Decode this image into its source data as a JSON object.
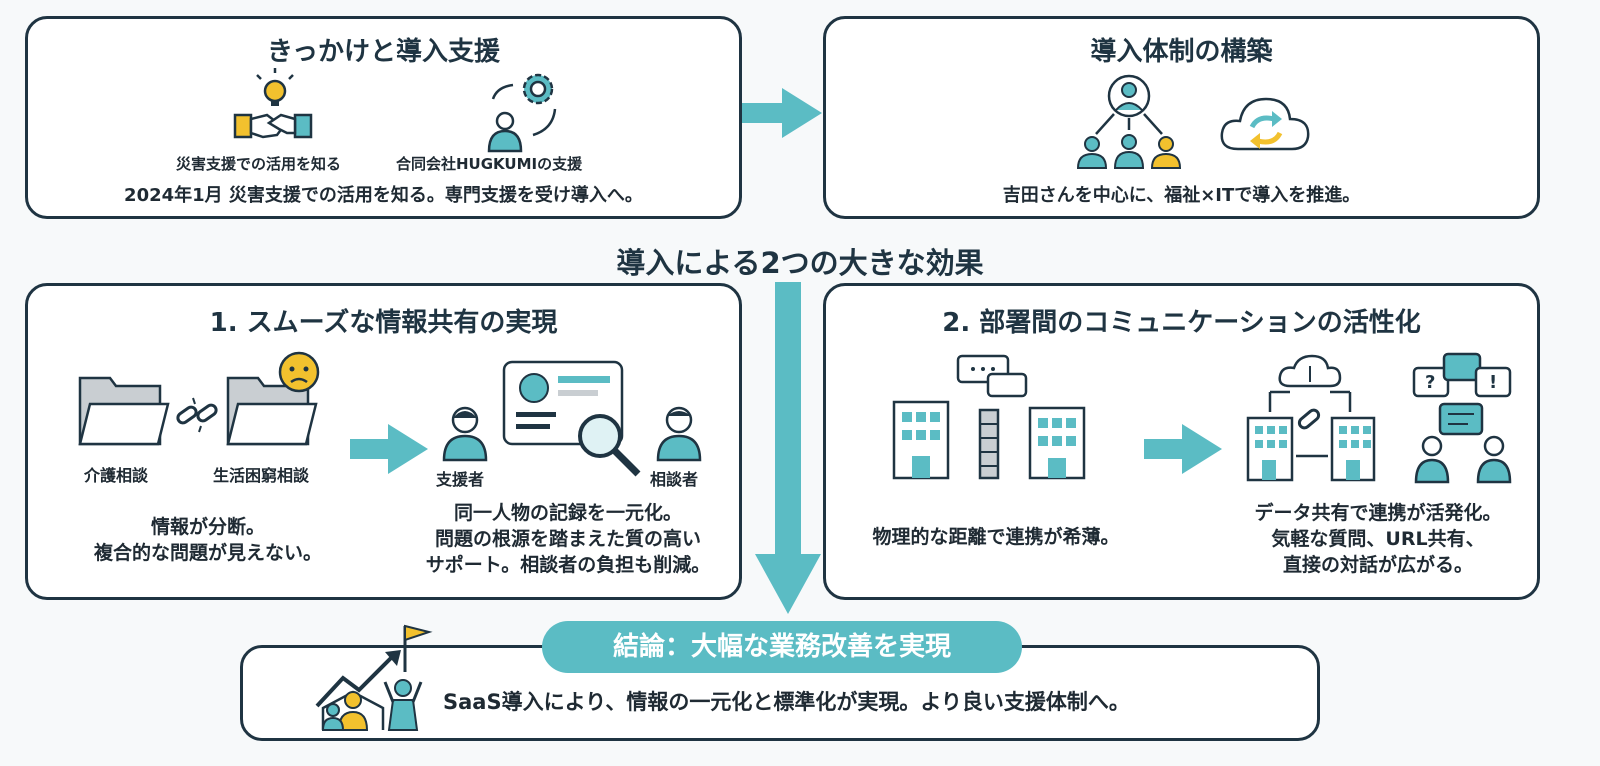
{
  "top_left": {
    "title": "きっかけと導入支援",
    "label_1": "災害支援での活用を知る",
    "label_2": "合同会社HUGKUMIの支援",
    "summary": "2024年1月 災害支援での活用を知る。専門支援を受け導入へ。"
  },
  "top_right": {
    "title": "導入体制の構築",
    "summary": "吉田さんを中心に、福祉×ITで導入を推進。"
  },
  "center_heading": "導入による2つの大きな効果",
  "effect_1": {
    "title": "1. スムーズな情報共有の実現",
    "folder_1": "介護相談",
    "folder_2": "生活困窮相談",
    "before": [
      "情報が分断。",
      "複合的な問題が見えない。"
    ],
    "person_1": "支援者",
    "person_2": "相談者",
    "after": [
      "同一人物の記録を一元化。",
      "問題の根源を踏まえた質の高い",
      "サポート。相談者の負担も削減。"
    ]
  },
  "effect_2": {
    "title": "2. 部署間のコミュニケーションの活性化",
    "before": "物理的な距離で連携が希薄。",
    "after": [
      "データ共有で連携が活発化。",
      "気軽な質問、URL共有、",
      "直接の対話が広がる。"
    ]
  },
  "conclusion": {
    "label": "結論：大幅な業務改善を実現",
    "text": "SaaS導入により、情報の一元化と標準化が実現。より良い支援体制へ。"
  },
  "colors": {
    "teal": "#5bbcc4",
    "navy": "#1f3442",
    "yellow": "#f2c12e"
  }
}
